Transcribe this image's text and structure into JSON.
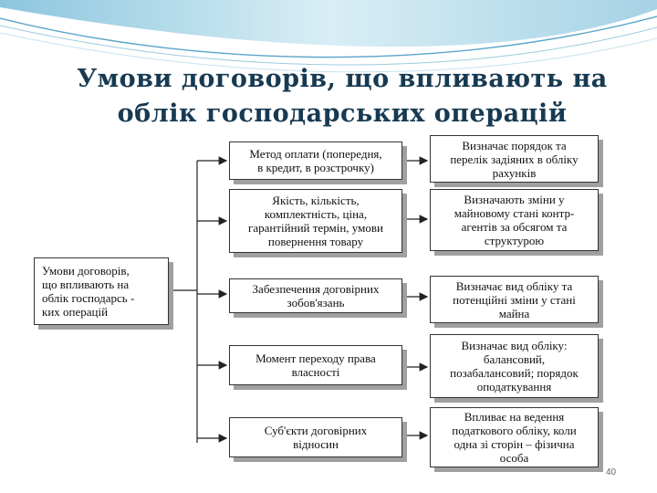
{
  "slide": {
    "title_line1": "Умови договорів, що впливають на",
    "title_line2": "облік господарських операцій",
    "page_number": "40"
  },
  "diagram": {
    "main": "Умови договорів,\nщо впливають на\nоблік господарсь -\nких операцій",
    "rows": [
      {
        "condition": "Метод оплати (попередня,\nв кредит, в розстрочку)",
        "effect": "Визначає порядок та\nперелік задіяних в обліку\nрахунків"
      },
      {
        "condition": "Якість, кількість,\nкомплектність, ціна,\nгарантійний термін, умови\nповернення товару",
        "effect": "Визначають зміни у\nмайновому стані контр-\nагентів за обсягом та\nструктурою"
      },
      {
        "condition": "Забезпечення договірних\nзобов'язань",
        "effect": "Визначає вид обліку та\nпотенційні зміни у стані\nмайна"
      },
      {
        "condition": "Момент переходу права\nвласності",
        "effect": "Визначає вид обліку:\nбалансовий,\nпозабалансовий; порядок\nоподаткування"
      },
      {
        "condition": "Суб'єкти договірних\nвідносин",
        "effect": "Впливає на ведення\nподаткового обліку, коли\nодна зі сторін – фізична\nособа"
      }
    ]
  },
  "colors": {
    "title": "#173a52",
    "swoosh_dark": "#4a9bc0",
    "swoosh_light": "#bfe0ee"
  }
}
